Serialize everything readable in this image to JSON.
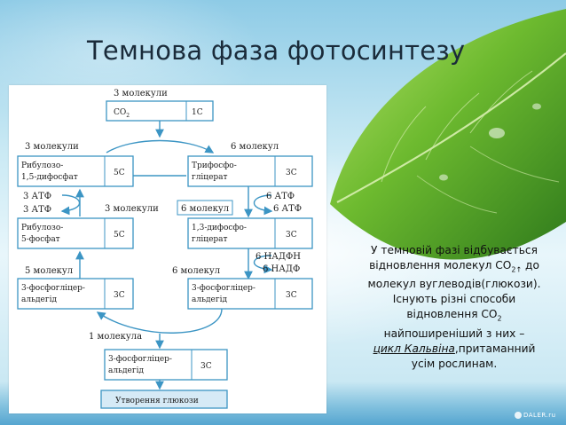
{
  "slide": {
    "title": "Темнова фаза фотосинтезу",
    "watermark": "DALER.ru"
  },
  "diagram": {
    "count_top": "3 молекули",
    "co2_label": "CO",
    "co2_sub": "2",
    "co2_carbons": "1C",
    "left_count_1": "3 молекули",
    "right_count_1": "6 молекул",
    "ribulose_bisphosphate_1": "Рибулозо-",
    "ribulose_bisphosphate_2": "1,5-дифосфат",
    "ribulose_bisphosphate_carbons": "5C",
    "triphosphoglycerate_1": "Трифосфо-",
    "triphosphoglycerate_2": "гліцерат",
    "triphosphoglycerate_carbons": "3C",
    "atp_in_left": "3 АТФ",
    "adp_out_left": "3 АТФ",
    "middle_count": "3 молекули",
    "middle_count_right": "6 молекул",
    "atp_in_right": "6 АТФ",
    "adp_out_right": "6 АТФ",
    "ribulose_phosphate_1": "Рибулозо-",
    "ribulose_phosphate_2": "5-фосфат",
    "ribulose_phosphate_carbons": "5C",
    "bisphosphoglycerate_1": "1,3-дифосфо-",
    "bisphosphoglycerate_2": "гліцерат",
    "bisphosphoglycerate_carbons": "3C",
    "nadph_in": "6 НАДФН",
    "nadp_out": "6 НАДФ",
    "left_count_2": "5 молекул",
    "right_count_2": "6 молекул",
    "pga_left_1": "3-фосфогліцер-",
    "pga_left_2": "альдегід",
    "pga_left_carbons": "3C",
    "pga_right_1": "3-фосфогліцер-",
    "pga_right_2": "альдегід",
    "pga_right_carbons": "3C",
    "bottom_count": "1 молекула",
    "pga_bottom_1": "3-фосфогліцер-",
    "pga_bottom_2": "альдегід",
    "pga_bottom_carbons": "3C",
    "glucose": "Утворення глюкози"
  },
  "note": {
    "line1": "У темновій фазі відбувається",
    "line2_a": "відновлення молекул CO",
    "line2_sub": "2↑",
    "line2_b": " до",
    "line3": "молекул вуглеводів(глюкози).",
    "line4": "Існують різні способи",
    "line5_a": "відновлення CO",
    "line5_sub": "2",
    "line6": "найпоширеніший з них –",
    "line7_em": "цикл Кальвіна",
    "line7_b": ",притаманний",
    "line8": "усім рослинам."
  },
  "colors": {
    "diagram_accent": "#3c95c4",
    "leaf_green": "#5fae2e"
  }
}
